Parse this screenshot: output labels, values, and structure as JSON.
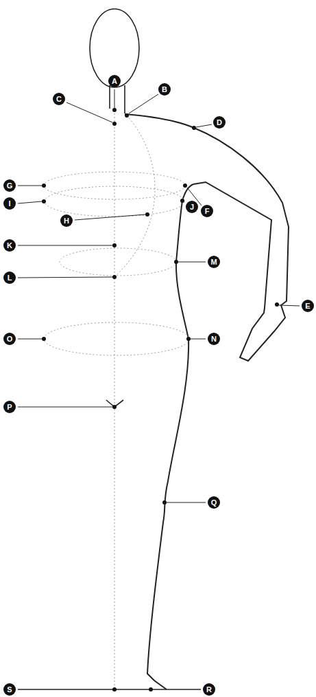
{
  "diagram": {
    "labels": [
      "A",
      "B",
      "C",
      "D",
      "G",
      "F",
      "I",
      "J",
      "H",
      "K",
      "M",
      "L",
      "E",
      "O",
      "N",
      "P",
      "Q",
      "S",
      "R"
    ]
  }
}
